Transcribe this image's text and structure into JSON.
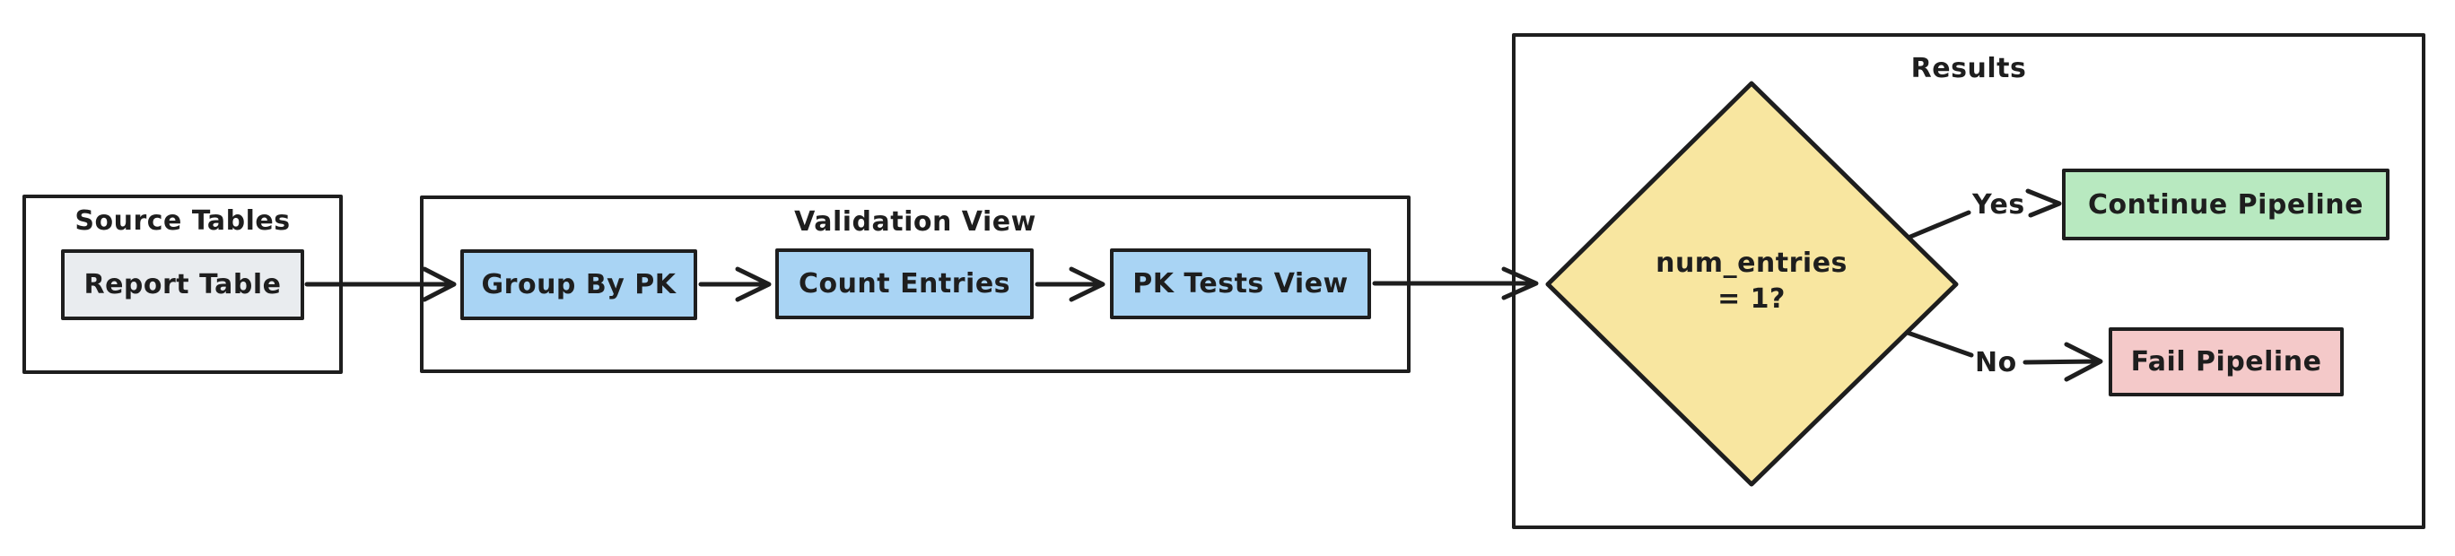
{
  "colors": {
    "stroke": "#1e1e1e",
    "background": "#ffffff"
  },
  "groups": {
    "source": {
      "title": "Source Tables"
    },
    "validation": {
      "title": "Validation View"
    },
    "results": {
      "title": "Results"
    }
  },
  "nodes": {
    "report_table": {
      "label": "Report Table",
      "fill": "#e9ecef"
    },
    "group_by_pk": {
      "label": "Group By PK",
      "fill": "#a9d4f4"
    },
    "count_entries": {
      "label": "Count Entries",
      "fill": "#a9d4f4"
    },
    "pk_tests_view": {
      "label": "PK Tests View",
      "fill": "#a9d4f4"
    },
    "decision": {
      "label_line1": "num_entries",
      "label_line2": "= 1?",
      "fill": "#f8e6a0"
    },
    "continue_pipeline": {
      "label": "Continue Pipeline",
      "fill": "#b8e9c0"
    },
    "fail_pipeline": {
      "label": "Fail Pipeline",
      "fill": "#f4c9c9"
    }
  },
  "edges": {
    "yes_label": "Yes",
    "no_label": "No"
  }
}
